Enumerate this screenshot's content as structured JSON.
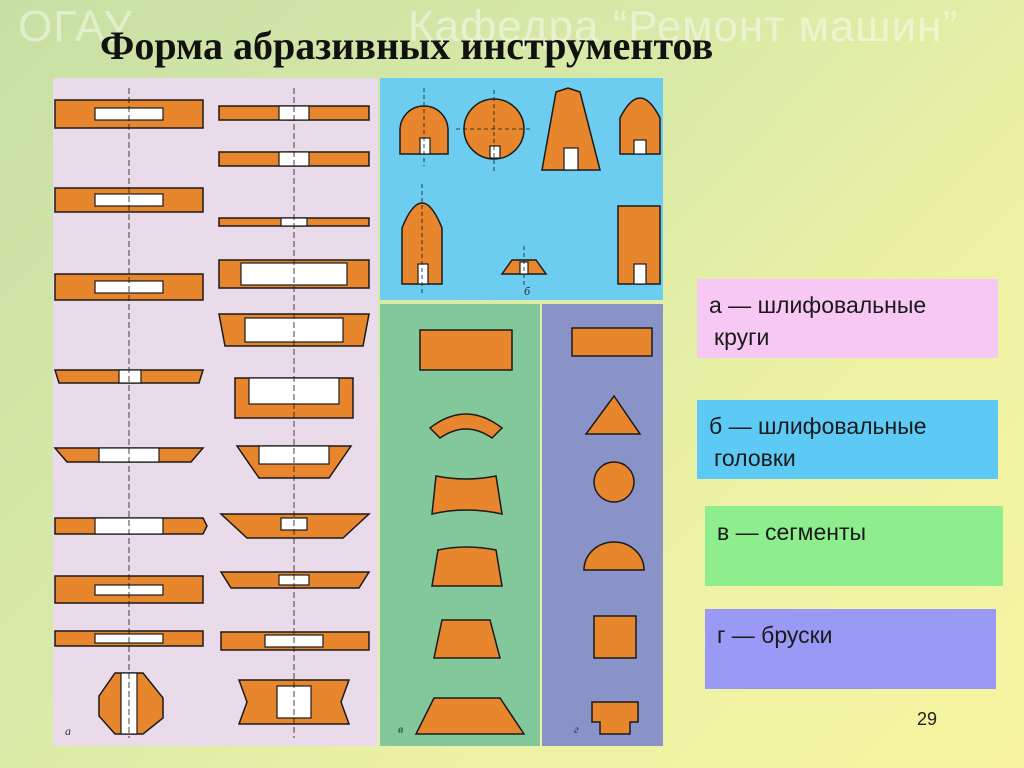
{
  "watermark": {
    "left": "ОГАУ",
    "right": "Кафедра “Ремонт машин”"
  },
  "title": "Форма абразивных инструментов",
  "panels": {
    "a_label": "а",
    "b_label": "б",
    "v_label": "в",
    "g_label": "г"
  },
  "legend": [
    {
      "line1": "а — шлифовальные",
      "line2": "круги"
    },
    {
      "line1": "б — шлифовальные",
      "line2": "головки"
    },
    {
      "line1": "в — сегменты",
      "line2": ""
    },
    {
      "line1": "г — бруски",
      "line2": ""
    }
  ],
  "page_number": "29",
  "colors": {
    "abrasive": "#e8862e",
    "outline": "#1a1a1a",
    "bore": "#ffffff"
  }
}
